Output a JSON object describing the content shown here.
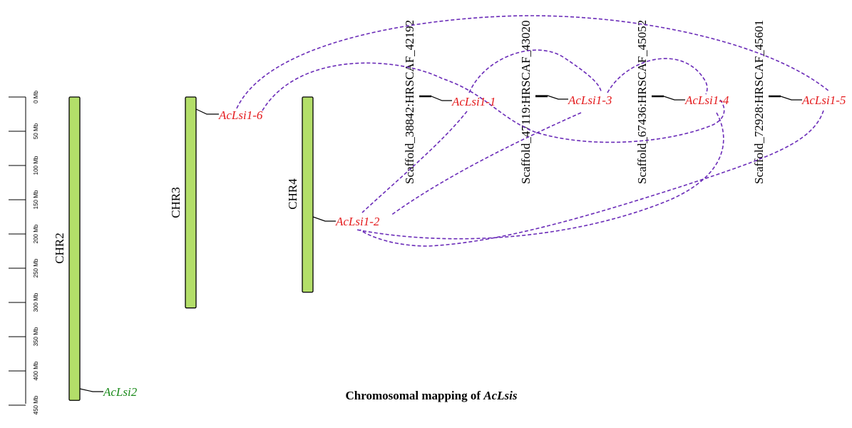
{
  "title": {
    "prefix": "Chromosomal mapping of ",
    "italic": "AcLsis"
  },
  "colors": {
    "chromosome_fill": "#b3de69",
    "chromosome_stroke": "#000000",
    "link": "#6a2bb8",
    "gene_paralog": "#e41a1c",
    "gene_other": "#1a8a1a"
  },
  "scale": {
    "ticks": [
      "0 Mb",
      "50 Mb",
      "100 Mb",
      "150 Mb",
      "200 Mb",
      "250 Mb",
      "300 Mb",
      "350 Mb",
      "400 Mb",
      "450 Mb"
    ]
  },
  "chromosomes": [
    {
      "name": "CHR2",
      "length_mb": 443
    },
    {
      "name": "CHR3",
      "length_mb": 308
    },
    {
      "name": "CHR4",
      "length_mb": 285
    },
    {
      "name": "Scaffold_38842:HRSCAF_42192",
      "length_mb": 0
    },
    {
      "name": "Scaffold_47119:HRSCAF_43020",
      "length_mb": 0
    },
    {
      "name": "Scaffold_67436:HRSCAF_45052",
      "length_mb": 0
    },
    {
      "name": "Scaffold_72928:HRSCAF_45601",
      "length_mb": 0
    }
  ],
  "genes": [
    {
      "name": "AcLsi2",
      "chromosome": "CHR2",
      "position_mb": 430,
      "group": "other"
    },
    {
      "name": "AcLsi1-6",
      "chromosome": "CHR3",
      "position_mb": 20,
      "group": "paralog"
    },
    {
      "name": "AcLsi1-2",
      "chromosome": "CHR4",
      "position_mb": 175,
      "group": "paralog"
    },
    {
      "name": "AcLsi1-1",
      "chromosome": "Scaffold_38842:HRSCAF_42192",
      "position_mb": 0,
      "group": "paralog"
    },
    {
      "name": "AcLsi1-3",
      "chromosome": "Scaffold_47119:HRSCAF_43020",
      "position_mb": 0,
      "group": "paralog"
    },
    {
      "name": "AcLsi1-4",
      "chromosome": "Scaffold_67436:HRSCAF_45052",
      "position_mb": 0,
      "group": "paralog"
    },
    {
      "name": "AcLsi1-5",
      "chromosome": "Scaffold_72928:HRSCAF_45601",
      "position_mb": 0,
      "group": "paralog"
    }
  ],
  "links": [
    [
      "AcLsi1-6",
      "AcLsi1-5"
    ],
    [
      "AcLsi1-6",
      "AcLsi1-4"
    ],
    [
      "AcLsi1-1",
      "AcLsi1-3"
    ],
    [
      "AcLsi1-3",
      "AcLsi1-4"
    ],
    [
      "AcLsi1-1",
      "AcLsi1-2"
    ],
    [
      "AcLsi1-3",
      "AcLsi1-2"
    ],
    [
      "AcLsi1-4",
      "AcLsi1-2"
    ],
    [
      "AcLsi1-5",
      "AcLsi1-2"
    ]
  ]
}
